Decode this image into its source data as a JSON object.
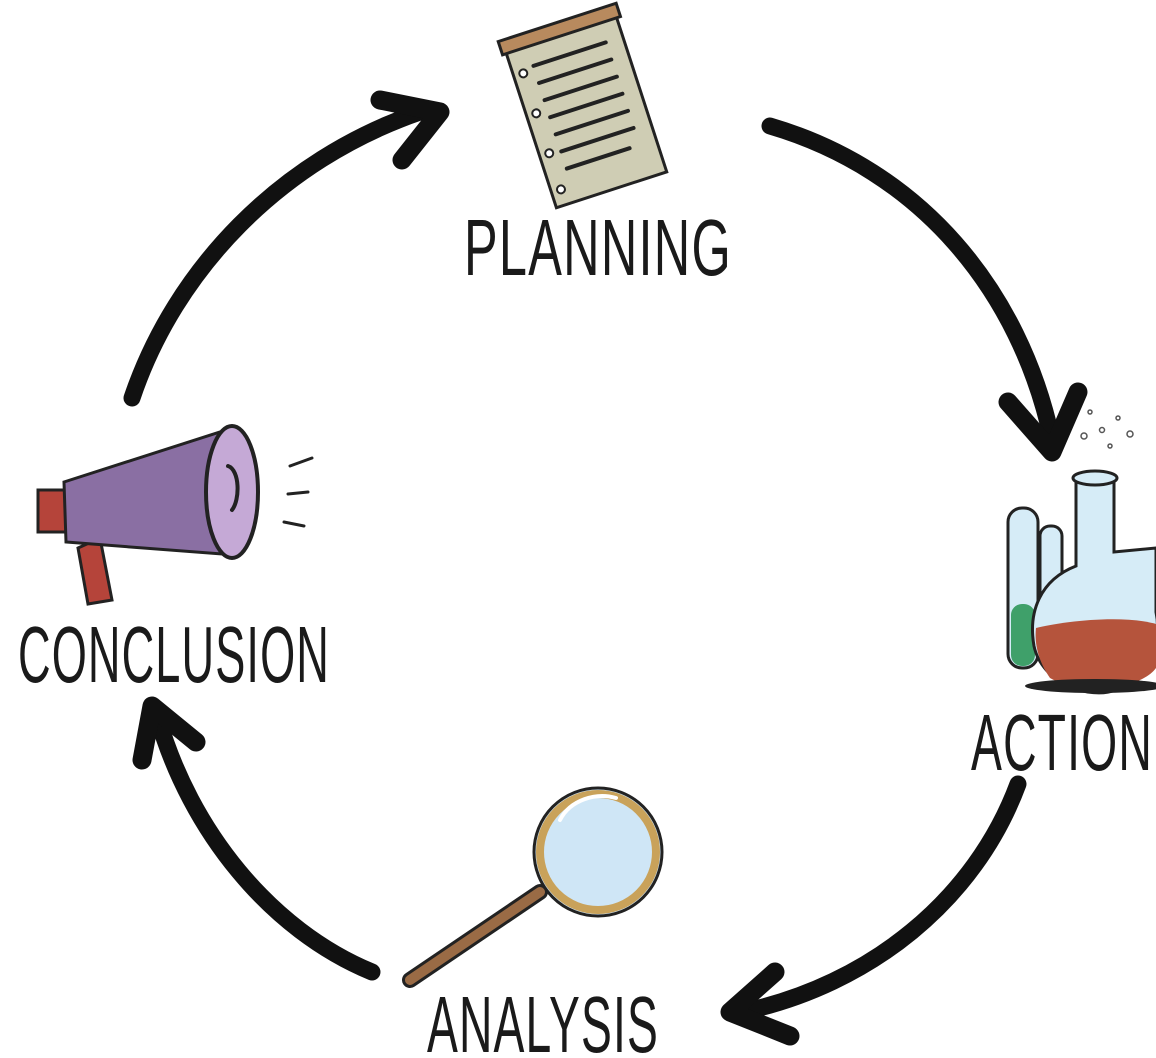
{
  "cycle": {
    "stages": [
      {
        "key": "planning",
        "label": "PLANNING",
        "icon": "notepad-icon"
      },
      {
        "key": "action",
        "label": "ACTION",
        "icon": "lab-flasks-icon"
      },
      {
        "key": "analysis",
        "label": "ANALYSIS",
        "icon": "magnifying-glass-icon"
      },
      {
        "key": "conclusion",
        "label": "CONCLUSION",
        "icon": "megaphone-icon"
      }
    ]
  },
  "colors": {
    "ink": "#111111",
    "paper": "#cfcdb4",
    "megaphone": "#8a6fa3",
    "megaphone_light": "#c5a9d6",
    "handle_red": "#b5443a",
    "glass": "#d6ecf7",
    "liquid_red": "#b5543c",
    "liquid_green": "#3fa06a",
    "lens": "#cfe6f6",
    "frame_gold": "#c9a25a",
    "wood": "#9a6b45"
  }
}
